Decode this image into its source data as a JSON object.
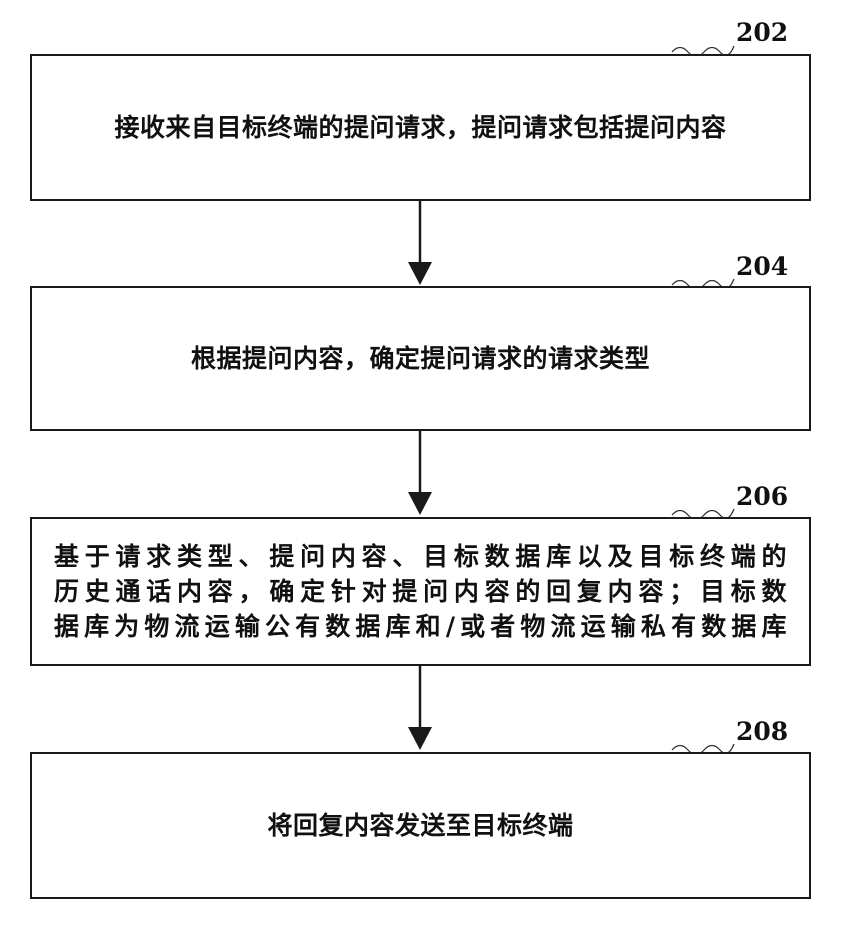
{
  "steps": [
    {
      "id": "202",
      "text": "接收来自目标终端的提问请求，提问请求包括提问内容"
    },
    {
      "id": "204",
      "text": "根据提问内容，确定提问请求的请求类型"
    },
    {
      "id": "206",
      "lines": [
        "基于请求类型、提问内容、目标数据库以及目标终端的",
        "历史通话内容，确定针对提问内容的回复内容；目标数",
        "据库为物流运输公有数据库和/或者物流运输私有数据库"
      ]
    },
    {
      "id": "208",
      "text": "将回复内容发送至目标终端"
    }
  ]
}
